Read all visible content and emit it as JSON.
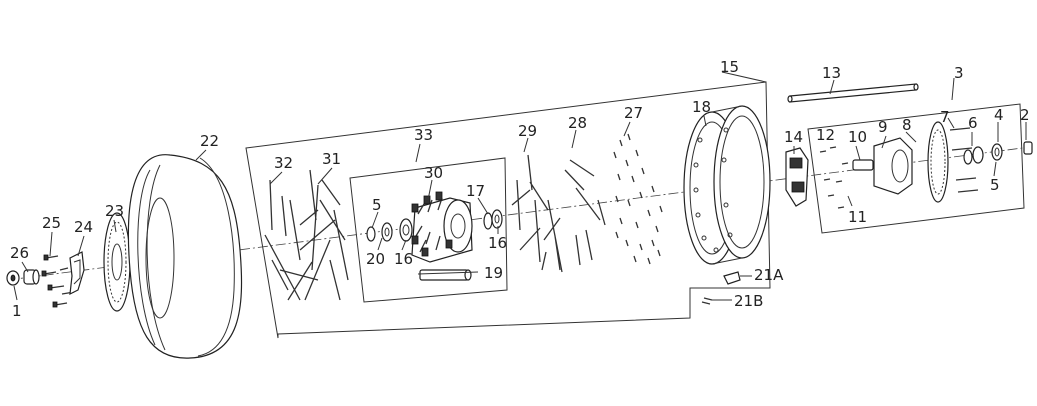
{
  "labels": {
    "l1": "1",
    "l2": "2",
    "l3": "3",
    "l4": "4",
    "l5a": "5",
    "l5b": "5",
    "l6": "6",
    "l7": "7",
    "l8": "8",
    "l9": "9",
    "l10": "10",
    "l11": "11",
    "l12": "12",
    "l13": "13",
    "l14": "14",
    "l15": "15",
    "l16a": "16",
    "l16b": "16",
    "l17": "17",
    "l18": "18",
    "l19": "19",
    "l20": "20",
    "l21a": "21A",
    "l21b": "21B",
    "l22": "22",
    "l23": "23",
    "l24": "24",
    "l25": "25",
    "l26": "26",
    "l27": "27",
    "l28": "28",
    "l29": "29",
    "l30": "30",
    "l31": "31",
    "l32": "32",
    "l33": "33"
  }
}
